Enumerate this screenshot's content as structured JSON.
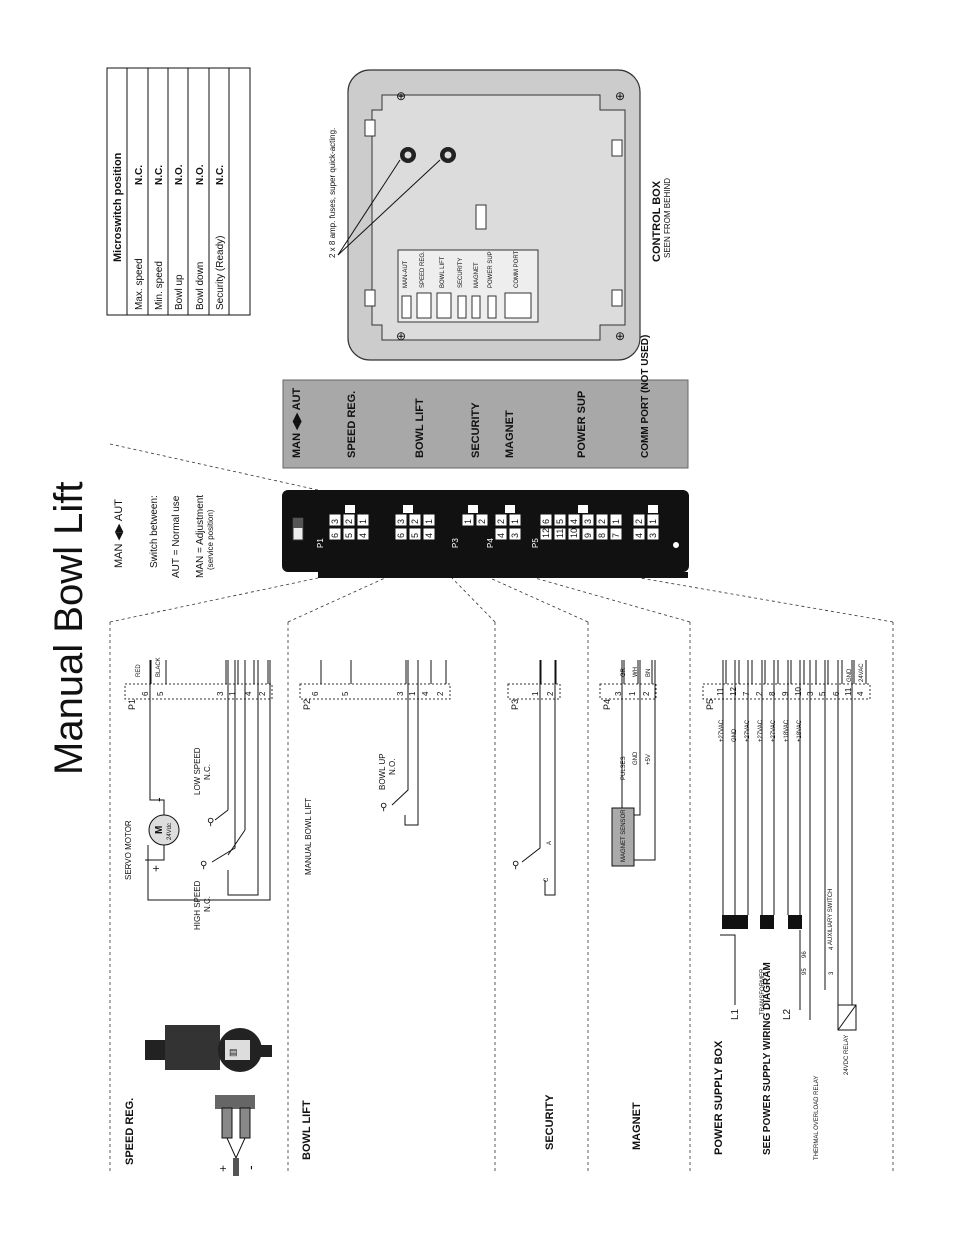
{
  "title": "Manual Bowl Lift",
  "microswitch_table": {
    "header": "Microswitch position",
    "rows": [
      {
        "name": "Max. speed",
        "state": "N.C."
      },
      {
        "name": "Min. speed",
        "state": "N.C."
      },
      {
        "name": "Bowl up",
        "state": "N.O."
      },
      {
        "name": "Bowl down",
        "state": "N.O."
      },
      {
        "name": "Security (Ready)",
        "state": "N.C."
      }
    ]
  },
  "control_box": {
    "title": "CONTROL BOX",
    "subtitle": "SEEN FROM BEHIND",
    "fuse_note": "2 x 8 amp. fuses, super quick-acting.",
    "strip_labels": [
      "MAN-AUT",
      "SPEED REG.",
      "BOWL LIFT",
      "SECURITY",
      "MAGNET",
      "POWER SUP",
      "COMM PORT"
    ]
  },
  "gray_legend": {
    "items": [
      "MAN ◀▶ AUT",
      "SPEED REG.",
      "BOWL LIFT",
      "SECURITY",
      "MAGNET",
      "POWER SUP",
      "COMM PORT (NOT USED)"
    ]
  },
  "switch_note": {
    "heading": "MAN ◀▶ AUT",
    "line1": "Switch between:",
    "line2": "AUT = Normal use",
    "line3": "MAN = Adjustment",
    "line4": "(service position)"
  },
  "connectors": {
    "P1": {
      "label": "P1",
      "pins": [
        "3",
        "6",
        "2",
        "5",
        "1",
        "4"
      ]
    },
    "P2": {
      "label": "P2",
      "pins": [
        "3",
        "6",
        "2",
        "5",
        "1",
        "4"
      ]
    },
    "P3": {
      "label": "P3",
      "pins": [
        "1",
        "2"
      ]
    },
    "P4": {
      "label": "P4",
      "pins": [
        "2",
        "4",
        "1",
        "3"
      ]
    },
    "P5": {
      "label": "P5",
      "pins": [
        "6",
        "12",
        "5",
        "11",
        "4",
        "10",
        "3",
        "9",
        "2",
        "8",
        "1",
        "7"
      ]
    },
    "P6": {
      "pins": [
        "2",
        "4",
        "1",
        "3"
      ]
    }
  },
  "sections": {
    "speed_reg": {
      "name": "SPEED REG.",
      "connector": "P1",
      "pins": [
        "6",
        "5",
        "3",
        "1",
        "4",
        "2"
      ],
      "wire_colors": [
        "RED",
        "BLACK"
      ],
      "motor_label": "SERVO MOTOR",
      "motor_symbol": "M",
      "motor_voltage": "24Vdc",
      "low_speed": "LOW SPEED",
      "high_speed": "HIGH SPEED",
      "nc": "N.C.",
      "plus": "+",
      "minus": "-"
    },
    "bowl_lift": {
      "name": "BOWL LIFT",
      "connector": "P2",
      "pins": [
        "6",
        "5",
        "3",
        "1",
        "4",
        "2"
      ],
      "device": "MANUAL BOWL LIFT",
      "switch": "BOWL UP",
      "no": "N.O."
    },
    "security": {
      "name": "SECURITY",
      "connector": "P3",
      "pins": [
        "1",
        "2"
      ],
      "c": "C",
      "a": "A"
    },
    "magnet": {
      "name": "MAGNET",
      "connector": "P4",
      "pins": [
        "3",
        "1",
        "2"
      ],
      "wire_colors": [
        "GR",
        "WH",
        "BN"
      ],
      "signals": [
        "PULSES",
        "GND",
        "+5V"
      ],
      "sensor": "MAGNET SENSOR"
    },
    "power_supply": {
      "name": "POWER SUPPLY BOX",
      "see": "SEE POWER SUPPLY WIRING DIAGRAM",
      "connector": "P5",
      "pins": [
        "11",
        "12",
        "7",
        "2",
        "8",
        "9",
        "10",
        "3",
        "5",
        "6",
        "11",
        "4"
      ],
      "voltages": [
        "+27VAC",
        "GND",
        "+27VAC",
        "+27VAC",
        "+27VAC",
        "+18VAC",
        "+18VAC"
      ],
      "tail_labels": [
        "GND",
        "24VAC"
      ],
      "l1": "L1",
      "l2": "L2",
      "transformer": "TRANSFORMER",
      "thermal_relay": "THERMAL OVERLOAD RELAY",
      "relay_24": "24VDC RELAY",
      "aux_switch": "AUXILIARY SWITCH",
      "contacts": [
        "95",
        "96",
        "3",
        "4"
      ]
    }
  },
  "colors": {
    "gray_panel": "#a8a8a8",
    "control_box_fill": "#cccccc",
    "connector_block": "#111111"
  }
}
